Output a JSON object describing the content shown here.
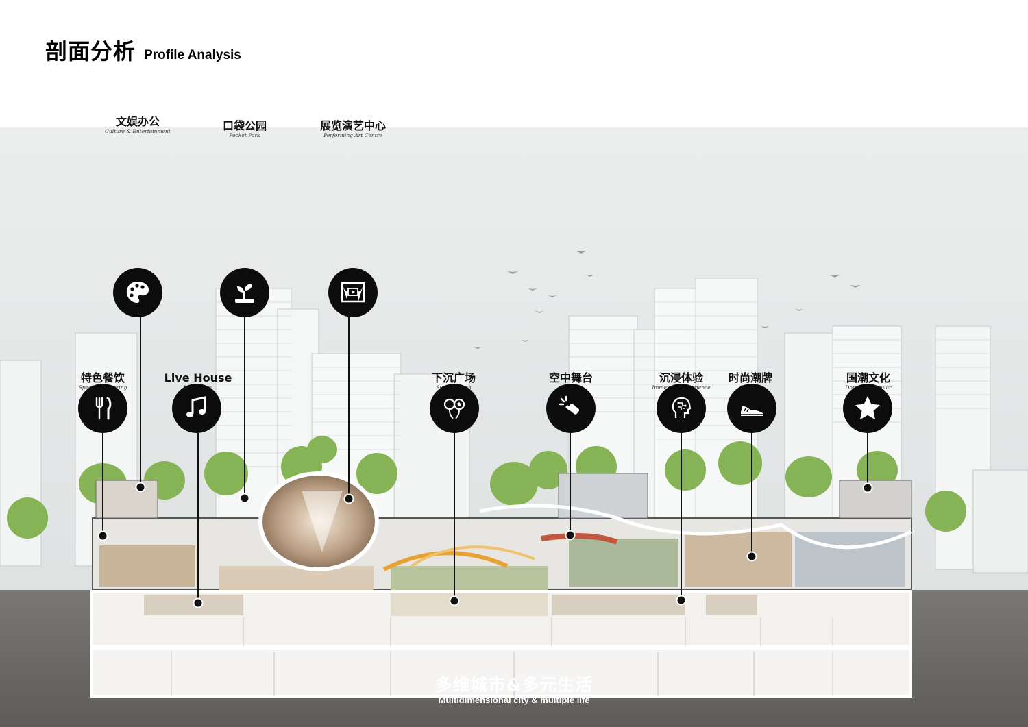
{
  "title": {
    "cn": "剖面分析",
    "en": "Profile Analysis"
  },
  "callouts": [
    {
      "cn": "文娱办公",
      "en": "Culture & Entertainment",
      "icon": "palette-icon"
    },
    {
      "cn": "口袋公园",
      "en": "Pocket Park",
      "icon": "sprout-icon"
    },
    {
      "cn": "展览演艺中心",
      "en": "Performing Art Centre",
      "icon": "theater-icon"
    },
    {
      "cn": "特色餐饮",
      "en": "Specialty Catering",
      "icon": "fork-knife-icon"
    },
    {
      "cn": "Live House",
      "en": "Live House",
      "icon": "music-note-icon"
    },
    {
      "cn": "下沉广场",
      "en": "Sunken Plaza",
      "icon": "balloons-icon"
    },
    {
      "cn": "空中舞台",
      "en": "Air Stage",
      "icon": "spotlight-icon"
    },
    {
      "cn": "沉浸体验",
      "en": "Immersive Experience",
      "icon": "ai-head-icon"
    },
    {
      "cn": "时尚潮牌",
      "en": "Fashion",
      "icon": "sneaker-icon"
    },
    {
      "cn": "国潮文化",
      "en": "Domestic Popular",
      "icon": "star-icon"
    }
  ],
  "footer": {
    "cn": "多维城市&多元生活",
    "en": "Multidimensional city & multiple life"
  },
  "colors": {
    "badge": "#0c0c0c",
    "sky": "#e6e8e8",
    "ground": "#6e6c69",
    "tree": "#7fae4d",
    "accent": "#e8a233"
  }
}
